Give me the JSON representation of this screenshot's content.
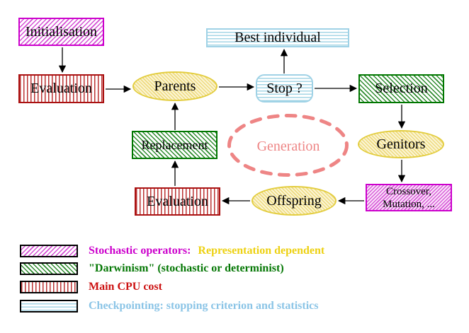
{
  "diagram": {
    "nodes": {
      "initialisation": {
        "label": "Initialisation"
      },
      "evaluation_top": {
        "label": "Evaluation"
      },
      "parents": {
        "label": "Parents"
      },
      "best_individual": {
        "label": "Best individual"
      },
      "stop": {
        "label": "Stop ?"
      },
      "selection": {
        "label": "Selection"
      },
      "replacement": {
        "label": "Replacement"
      },
      "generation": {
        "label": "Generation"
      },
      "genitors": {
        "label": "Genitors"
      },
      "crossover": {
        "line1": "Crossover,",
        "line2": "Mutation, ..."
      },
      "offspring": {
        "label": "Offspring"
      },
      "evaluation_bottom": {
        "label": "Evaluation"
      }
    }
  },
  "legend": {
    "items": [
      {
        "swatch": "magenta-diagonal-hatch",
        "text": "Stochastic operators:",
        "text2": "Representation dependent",
        "color": "#cc00cc",
        "color2": "#edd112"
      },
      {
        "swatch": "green-diagonal-hatch",
        "text": "\"Darwinism\" (stochastic or determinist)",
        "color": "#067806"
      },
      {
        "swatch": "red-vertical-stripes",
        "text": "Main CPU cost",
        "color": "#cc1111"
      },
      {
        "swatch": "cyan-horizontal-stripes",
        "text": "Checkpointing: stopping criterion and statistics",
        "color": "#8ac4e6"
      }
    ]
  },
  "palette": {
    "stochastic_magenta": "#cc00cc",
    "darwinism_green": "#007700",
    "cpu_red": "#bb3333",
    "checkpoint_cyan": "#a5d6e6",
    "population_yellow_border": "#e3cd3f",
    "population_yellow_fill": "#fbf5d5",
    "generation_coral": "#ee8585",
    "arrow_black": "#000000"
  }
}
